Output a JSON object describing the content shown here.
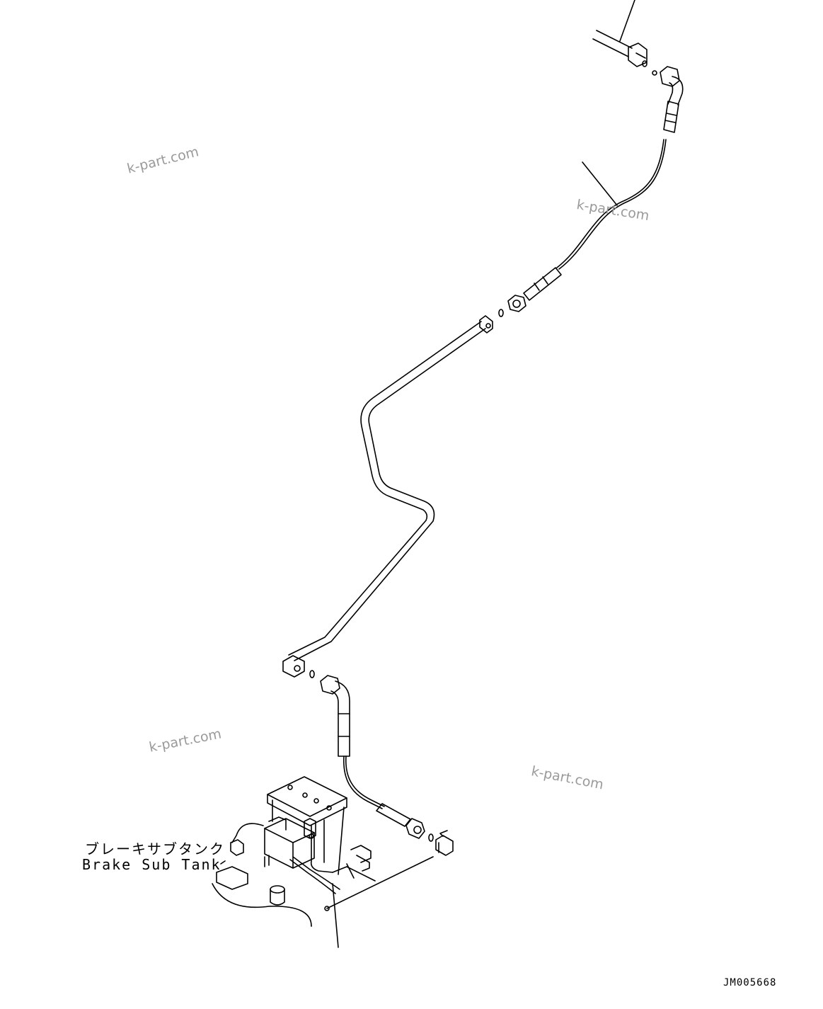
{
  "labels": {
    "part_name_jp": "ブレーキサブタンク",
    "part_name_en": "Brake Sub Tank"
  },
  "drawing_code": "JM005668",
  "watermarks": [
    "k-part.com",
    "k-part.com",
    "k-part.com",
    "k-part.com"
  ]
}
